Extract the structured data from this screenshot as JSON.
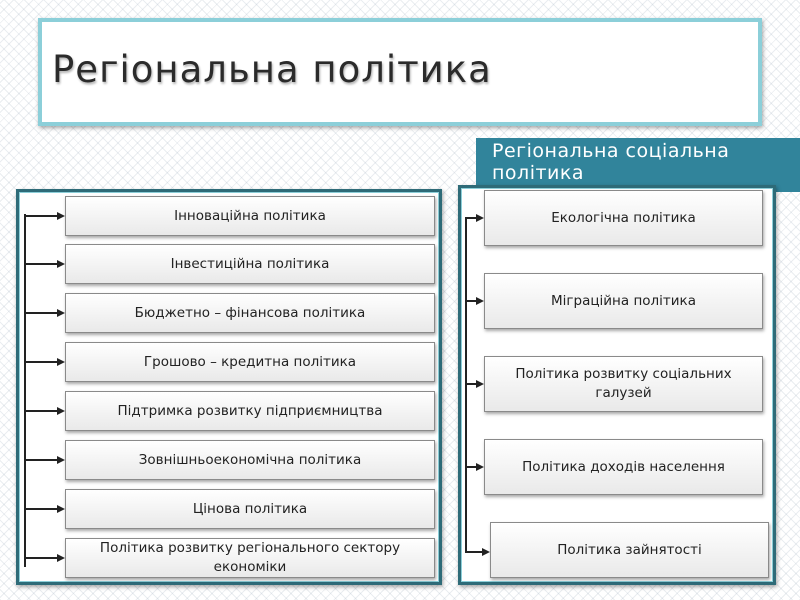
{
  "title": "Регіональна політика",
  "subtitle": "Регіональна  соціальна політика",
  "left_items": [
    "Інноваційна політика",
    "Інвестиційна політика",
    "Бюджетно – фінансова політика",
    "Грошово – кредитна політика",
    "Підтримка розвитку підприємництва",
    "Зовнішньоекономічна політика",
    "Цінова політика",
    "Політика розвитку регіонального сектору економіки"
  ],
  "right_items": [
    "Екологічна політика",
    "Міграційна політика",
    "Політика розвитку соціальних галузей",
    "Політика доходів населення",
    "Політика зайнятості"
  ],
  "colors": {
    "accent_teal": "#31849b",
    "frame_border": "#2e6b78",
    "title_border": "#8ccfd9"
  }
}
